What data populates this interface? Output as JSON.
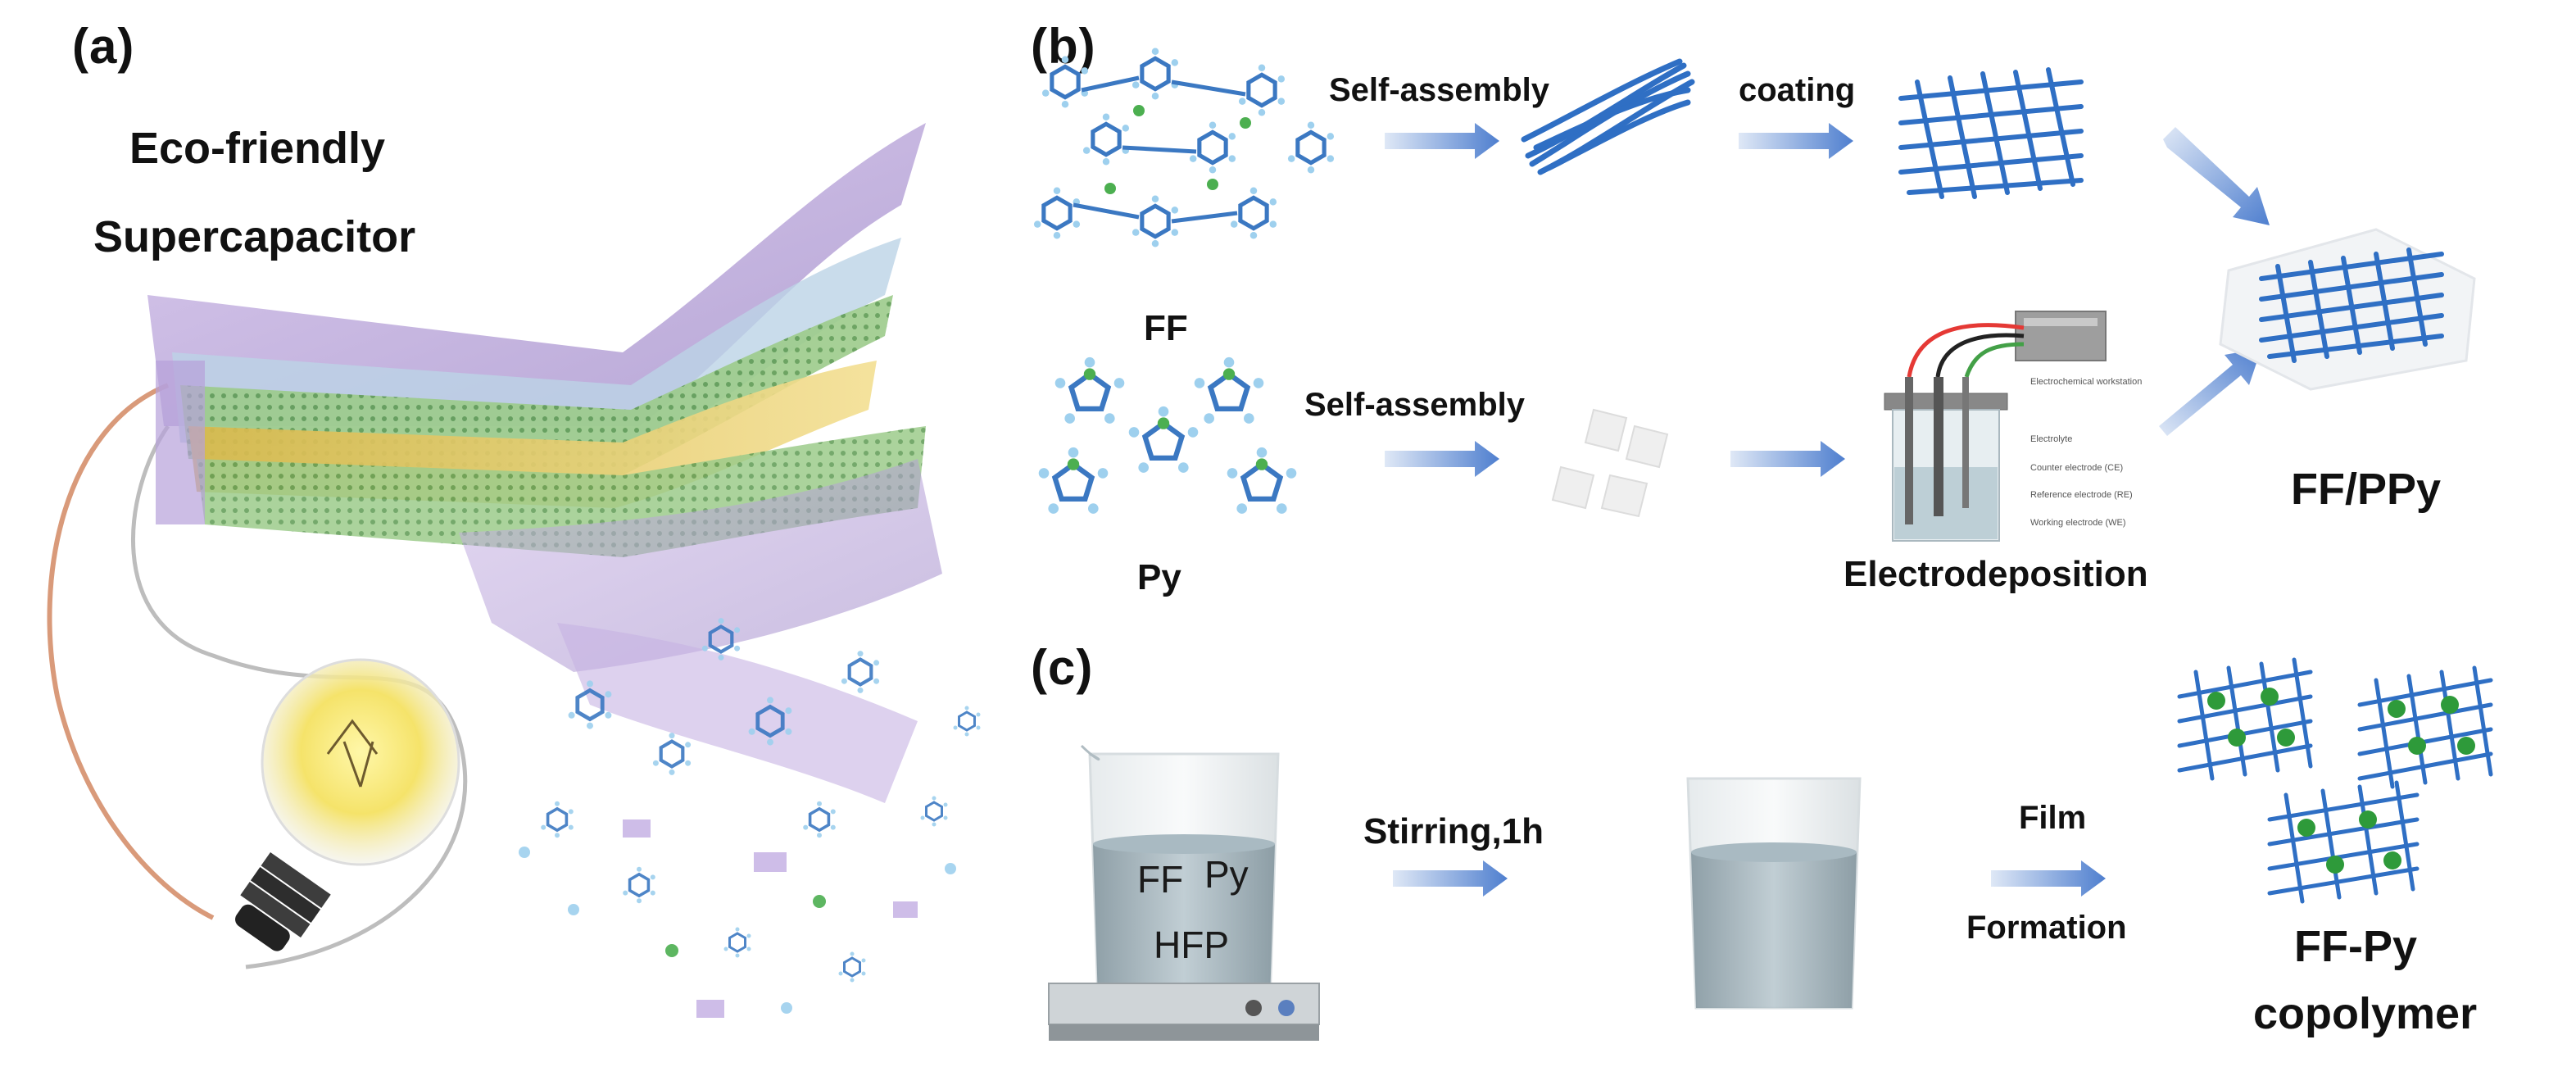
{
  "panel_a": {
    "letter": "(a)",
    "title_line1": "Eco-friendly",
    "title_line2": "Supercapacitor"
  },
  "panel_b": {
    "letter": "(b)",
    "ff_label": "FF",
    "py_label": "Py",
    "self_assembly_top": "Self-assembly",
    "coating": "coating",
    "self_assembly_bottom": "Self-assembly",
    "electrodeposition": "Electrodeposition",
    "product": "FF/PPy",
    "cell_labels": {
      "workstation": "Electrochemical workstation",
      "electrolyte": "Electrolyte",
      "counter": "Counter electrode (CE)",
      "reference": "Reference electrode (RE)",
      "working": "Working electrode (WE)"
    }
  },
  "panel_c": {
    "letter": "(c)",
    "beaker_ff": "FF",
    "beaker_py": "Py",
    "beaker_hfp": "HFP",
    "stirring": "Stirring,1h",
    "film": "Film",
    "formation": "Formation",
    "product_line1": "FF-Py",
    "product_line2": "copolymer"
  },
  "colors": {
    "arrow": "#6a8fcf",
    "fiber": "#2f6fc4",
    "bond": "#3b78c2",
    "atom_h": "#9ed0ee",
    "atom_n": "#4caf50",
    "liquid": "#9fb0b8",
    "film_purple": "#b9a3d6",
    "film_green": "#8fc27a",
    "film_yellow": "#e7cf6e"
  }
}
